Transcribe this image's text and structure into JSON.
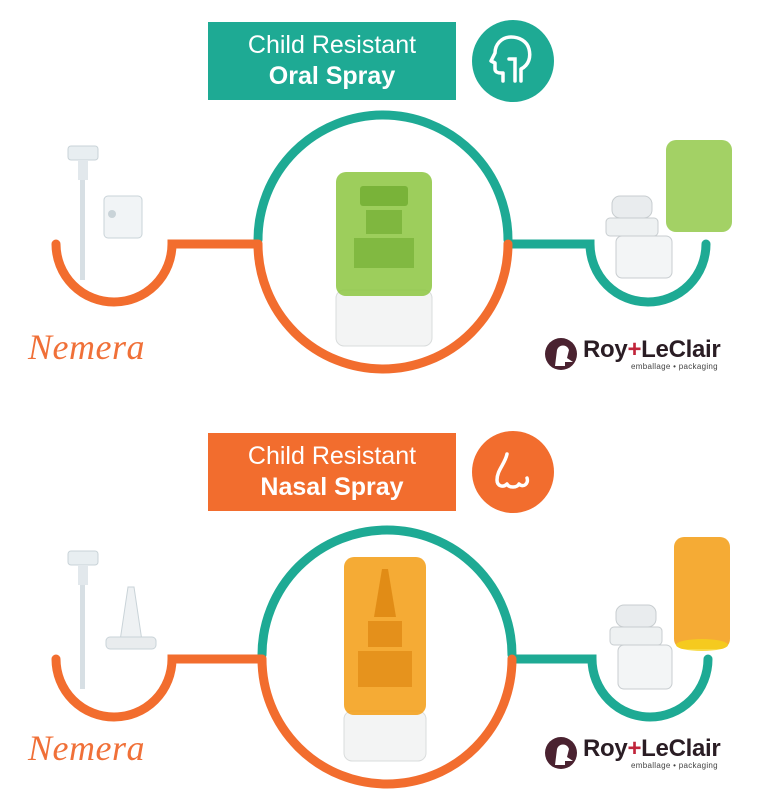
{
  "colors": {
    "teal": "#1eaa94",
    "orange": "#f26d2e",
    "nemera": "#f07038",
    "roy_dark": "#2a1d24",
    "roy_accent": "#c0243a",
    "green_product": "#8cc63f",
    "amber_product": "#f39c12"
  },
  "oral": {
    "title_line1": "Child Resistant",
    "title_line2": "Oral Spray",
    "icon": "head-throat-icon",
    "left_brand": "Nemera",
    "right_brand_main": "Roy",
    "right_brand_plus": "+",
    "right_brand_end": "LeClair",
    "right_brand_tag": "emballage • packaging"
  },
  "nasal": {
    "title_line1": "Child Resistant",
    "title_line2": "Nasal Spray",
    "icon": "nose-icon",
    "left_brand": "Nemera",
    "right_brand_main": "Roy",
    "right_brand_plus": "+",
    "right_brand_end": "LeClair",
    "right_brand_tag": "emballage • packaging"
  }
}
